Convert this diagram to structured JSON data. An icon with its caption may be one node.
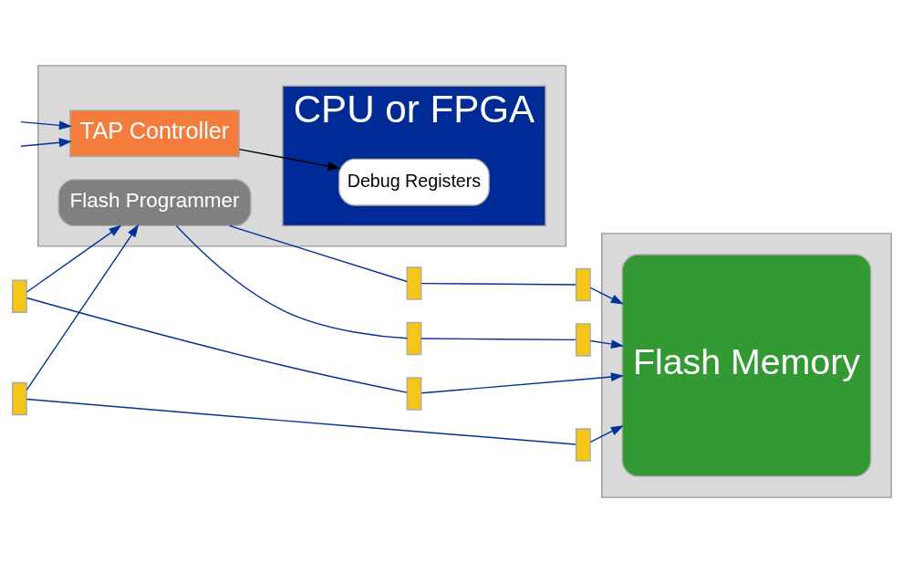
{
  "diagram": {
    "nodes": [
      {
        "text": [],
        "shape": "box"
      },
      {
        "text": [
          "CPU or FPGA"
        ],
        "in": 0
      },
      {
        "text": [
          "Debug Registers"
        ],
        "in": 1
      },
      {
        "text": [
          "Flash Programmer"
        ],
        "in": 0
      },
      {
        "text": [
          "TAP Controller"
        ],
        "in": 0
      },
      {
        "text": [],
        "shape": "box"
      },
      {
        "text": [
          "Flash Memory"
        ],
        "in": 5
      },
      {
        "text": [],
        "shape": "bar"
      },
      {
        "text": [],
        "shape": "bar"
      },
      {
        "text": [],
        "shape": "bar"
      },
      {
        "text": [],
        "shape": "bar"
      },
      {
        "text": [],
        "shape": "bar"
      },
      {
        "text": [],
        "shape": "bar"
      },
      {
        "text": [],
        "shape": "bar"
      },
      {
        "text": [],
        "shape": "bar"
      }
    ],
    "edges": [
      {
        "from": 3,
        "to": 7,
        "arrow": "none"
      },
      {
        "from": 7,
        "to": 8,
        "arrow": "none"
      },
      {
        "from": 8,
        "to": 6,
        "arrow": "to"
      },
      {
        "from": 3,
        "to": 9,
        "arrow": "none"
      },
      {
        "from": 9,
        "to": 10,
        "arrow": "none"
      },
      {
        "from": 10,
        "to": 6,
        "arrow": "to"
      },
      {
        "from": 11,
        "to": 3,
        "arrow": "to"
      },
      {
        "from": 11,
        "to": 12,
        "arrow": "none"
      },
      {
        "from": 12,
        "to": 6,
        "arrow": "to"
      },
      {
        "from": 13,
        "to": 3,
        "arrow": "to"
      },
      {
        "from": 13,
        "to": 14,
        "arrow": "none"
      },
      {
        "from": 14,
        "to": 6,
        "arrow": "to"
      },
      {
        "from": 4,
        "to": 2,
        "arrow": "to",
        "color": "#000000"
      },
      {
        "from": null,
        "to": 4,
        "arrow": "to"
      },
      {
        "from": null,
        "to": 4,
        "arrow": "to"
      }
    ]
  }
}
